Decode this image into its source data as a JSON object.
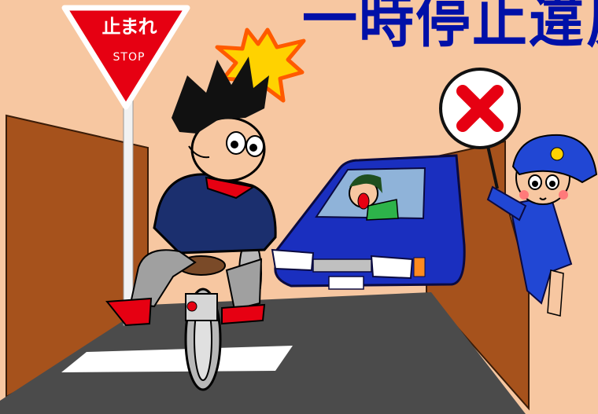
{
  "title": "一時停止違反",
  "stop_sign": {
    "japanese": "止まれ",
    "english": "STOP"
  },
  "colors": {
    "background": "#f7c7a1",
    "title": "#0010a8",
    "sign_red": "#e60012",
    "wall": "#a6521c",
    "road": "#4b4b4b",
    "car": "#1a2fbf",
    "uniform": "#2147d4"
  },
  "icons": {
    "prohibition": "red-x-on-white-disc",
    "impact": "yellow-star-burst"
  }
}
